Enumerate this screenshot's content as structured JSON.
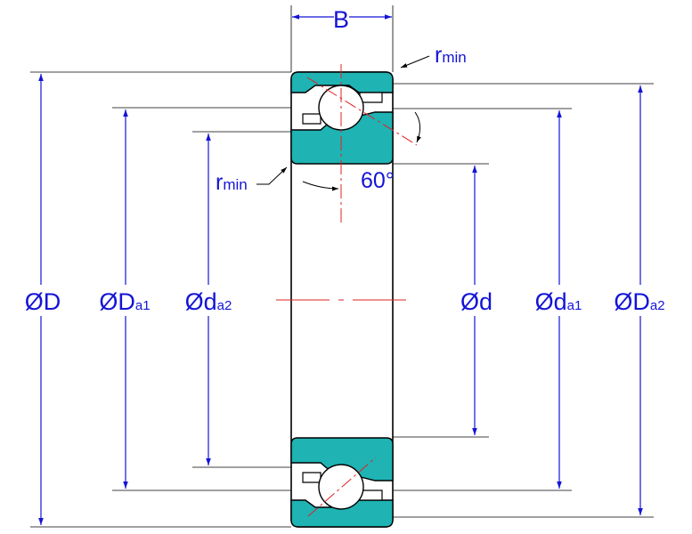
{
  "labels": {
    "width_b": "B",
    "r_min_top": "r",
    "r_min_top_sub": "min",
    "r_min_left": "r",
    "r_min_left_sub": "min",
    "angle": "60°",
    "outer_d": "ØD",
    "da1_outer_main": "ØD",
    "da1_outer_sub": "a1",
    "da2_inner_main": "Ød",
    "da2_inner_sub": "a2",
    "bore_d": "Ød",
    "da1_inner_main": "Ød",
    "da1_inner_sub": "a1",
    "da2_outer_main": "ØD",
    "da2_outer_sub": "a2"
  },
  "colors": {
    "dimension": "#1414d6",
    "ring_fill": "#1fb3b3",
    "outline": "#000000",
    "centerline": "#e02020",
    "background": "#ffffff"
  }
}
